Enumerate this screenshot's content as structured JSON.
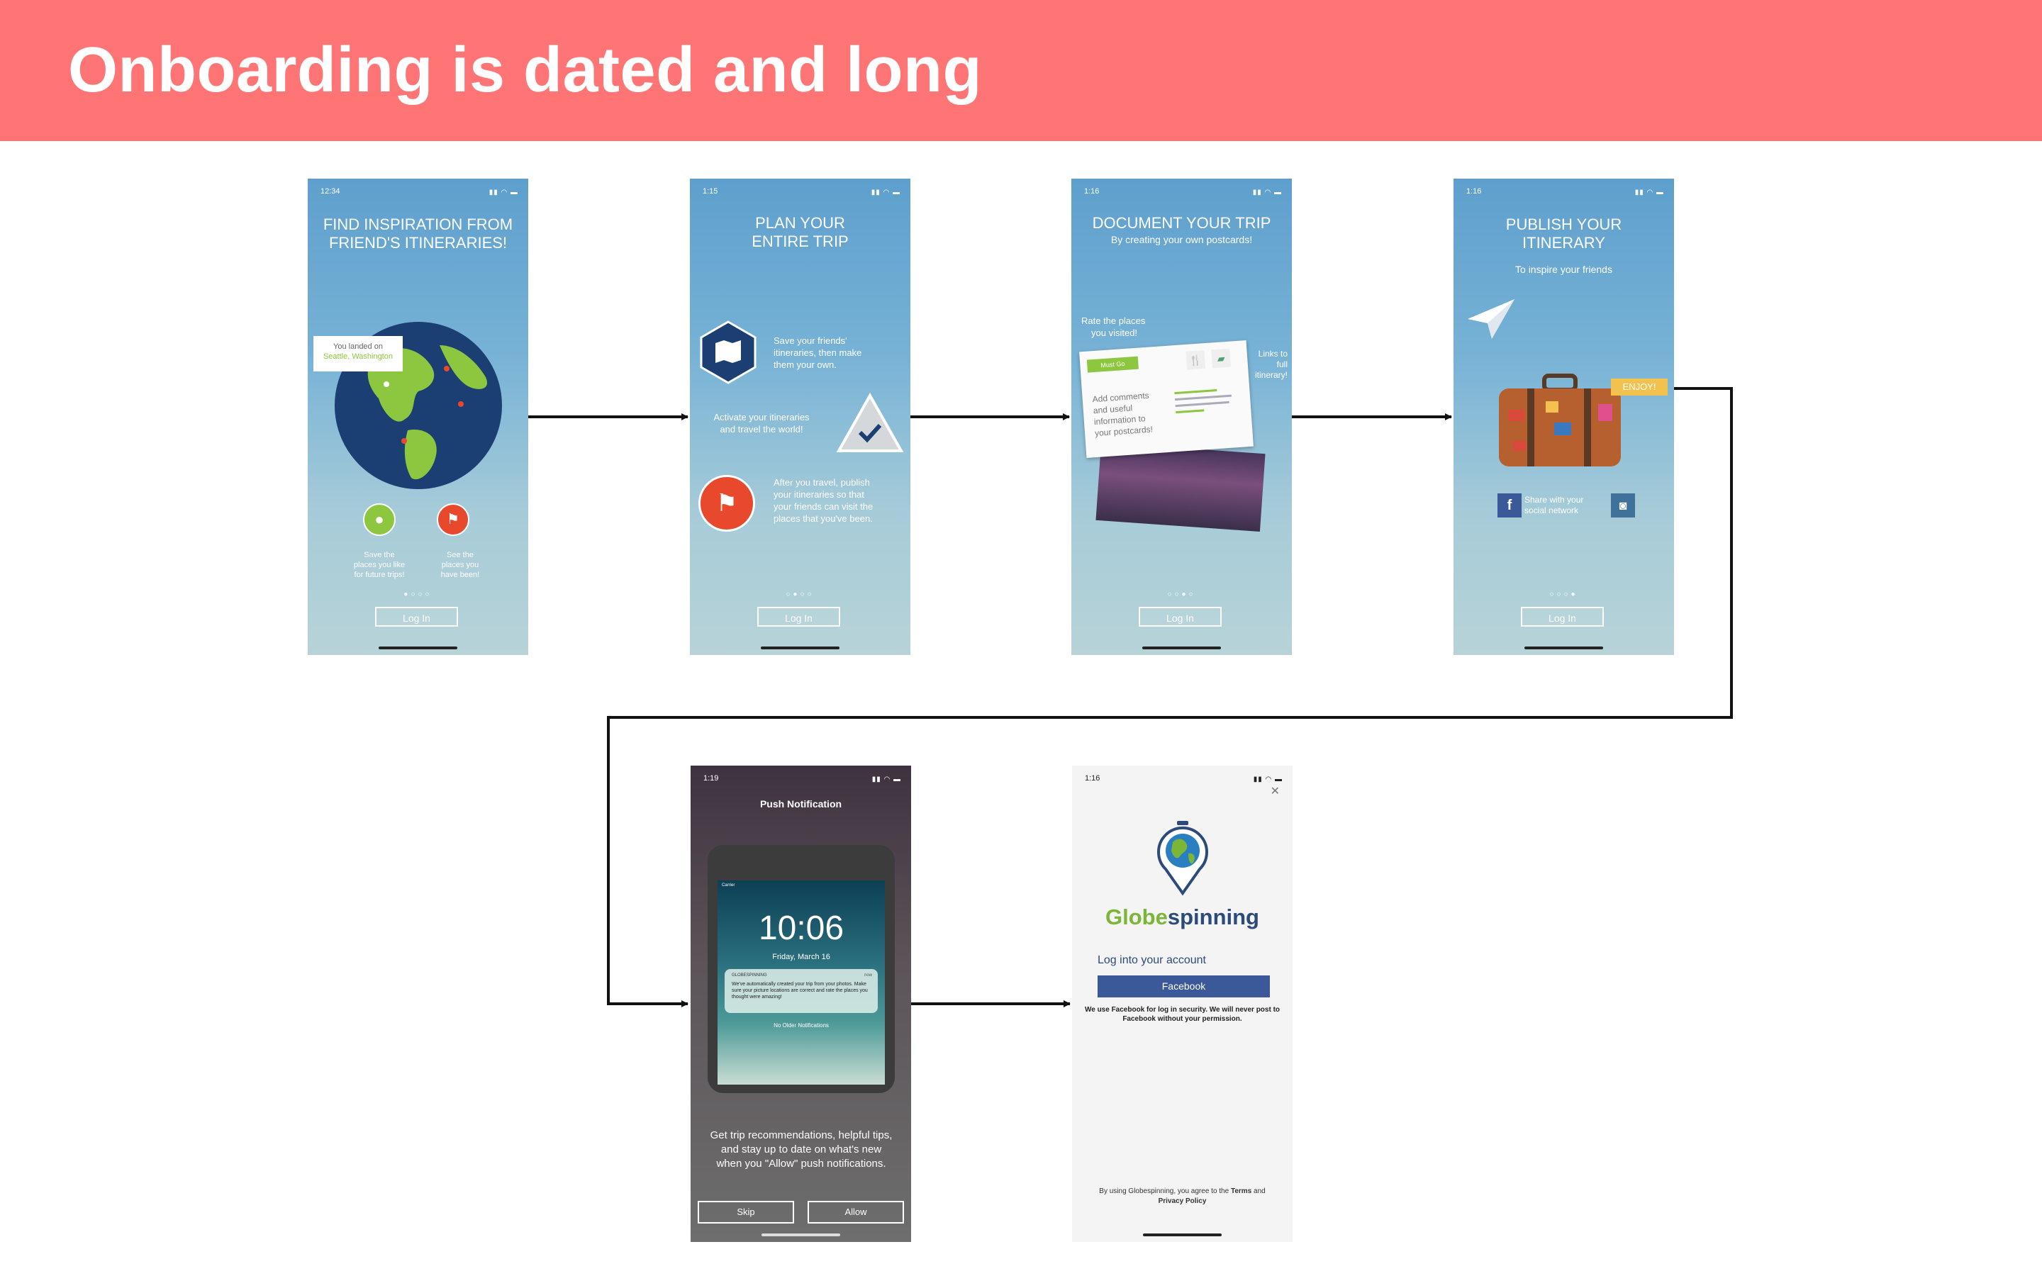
{
  "slide": {
    "title": "Onboarding is dated and long"
  },
  "screens": {
    "inspiration": {
      "time": "12:34",
      "title_line1": "FIND INSPIRATION FROM",
      "title_line2": "FRIEND'S ITINERARIES!",
      "tooltip_line1": "You landed on",
      "tooltip_line2": "Seattle, Washington",
      "save_line1": "Save the",
      "save_line2": "places you like",
      "save_line3": "for future trips!",
      "see_line1": "See the",
      "see_line2": "places you",
      "see_line3": "have been!",
      "login": "Log In"
    },
    "plan": {
      "time": "1:15",
      "title_line1": "PLAN YOUR",
      "title_line2": "ENTIRE TRIP",
      "step1_line1": "Save your friends'",
      "step1_line2": "itineraries, then make",
      "step1_line3": "them your own.",
      "step2_line1": "Activate your itineraries",
      "step2_line2": "and travel the world!",
      "step3_line1": "After you travel, publish",
      "step3_line2": "your itineraries so that",
      "step3_line3": "your friends can visit the",
      "step3_line4": "places that you've been.",
      "login": "Log In"
    },
    "document": {
      "time": "1:16",
      "title": "DOCUMENT YOUR TRIP",
      "subtitle": "By creating your own postcards!",
      "rate_line1": "Rate the places",
      "rate_line2": "you visited!",
      "card_tag": "Must Go",
      "comments_line1": "Add comments",
      "comments_line2": "and useful",
      "comments_line3": "information to",
      "comments_line4": "your postcards!",
      "links_line1": "Links to",
      "links_line2": "full",
      "links_line3": "itinerary!",
      "login": "Log In"
    },
    "publish": {
      "time": "1:16",
      "title_line1": "PUBLISH YOUR",
      "title_line2": "ITINERARY",
      "subtitle": "To inspire your friends",
      "tag": "ENJOY!",
      "share_line1": "Share with your",
      "share_line2": "social network",
      "login": "Log In"
    },
    "push": {
      "time": "1:19",
      "title": "Push Notification",
      "lock_time": "10:06",
      "lock_date": "Friday, March 16",
      "carrier": "Carrier",
      "notif_app": "GLOBESPINNING",
      "notif_when": "now",
      "notif_msg": "We've automatically created your trip from your photos. Make sure your picture locations are correct and rate the places you thought were amazing!",
      "no_older": "No Older Notifications",
      "desc": "Get trip recommendations, helpful tips, and stay up to date on what's new when you \"Allow\" push notifications.",
      "skip": "Skip",
      "allow": "Allow"
    },
    "login": {
      "time": "1:16",
      "brand_a": "Globe",
      "brand_b": "spinning",
      "log_into": "Log into your account",
      "facebook": "Facebook",
      "fb_note": "We use Facebook for log in security. We will never post to Facebook without your permission.",
      "terms_a": "By using Globespinning, you agree to the",
      "terms_b": "Terms",
      "terms_c": "and",
      "terms_d": "Privacy Policy"
    }
  },
  "colors": {
    "banner": "#ff7575",
    "brand_green": "#7bb637",
    "brand_navy": "#2c4a7a",
    "facebook": "#3b5998",
    "marker_green": "#8dc63f",
    "marker_red": "#e8482b"
  }
}
